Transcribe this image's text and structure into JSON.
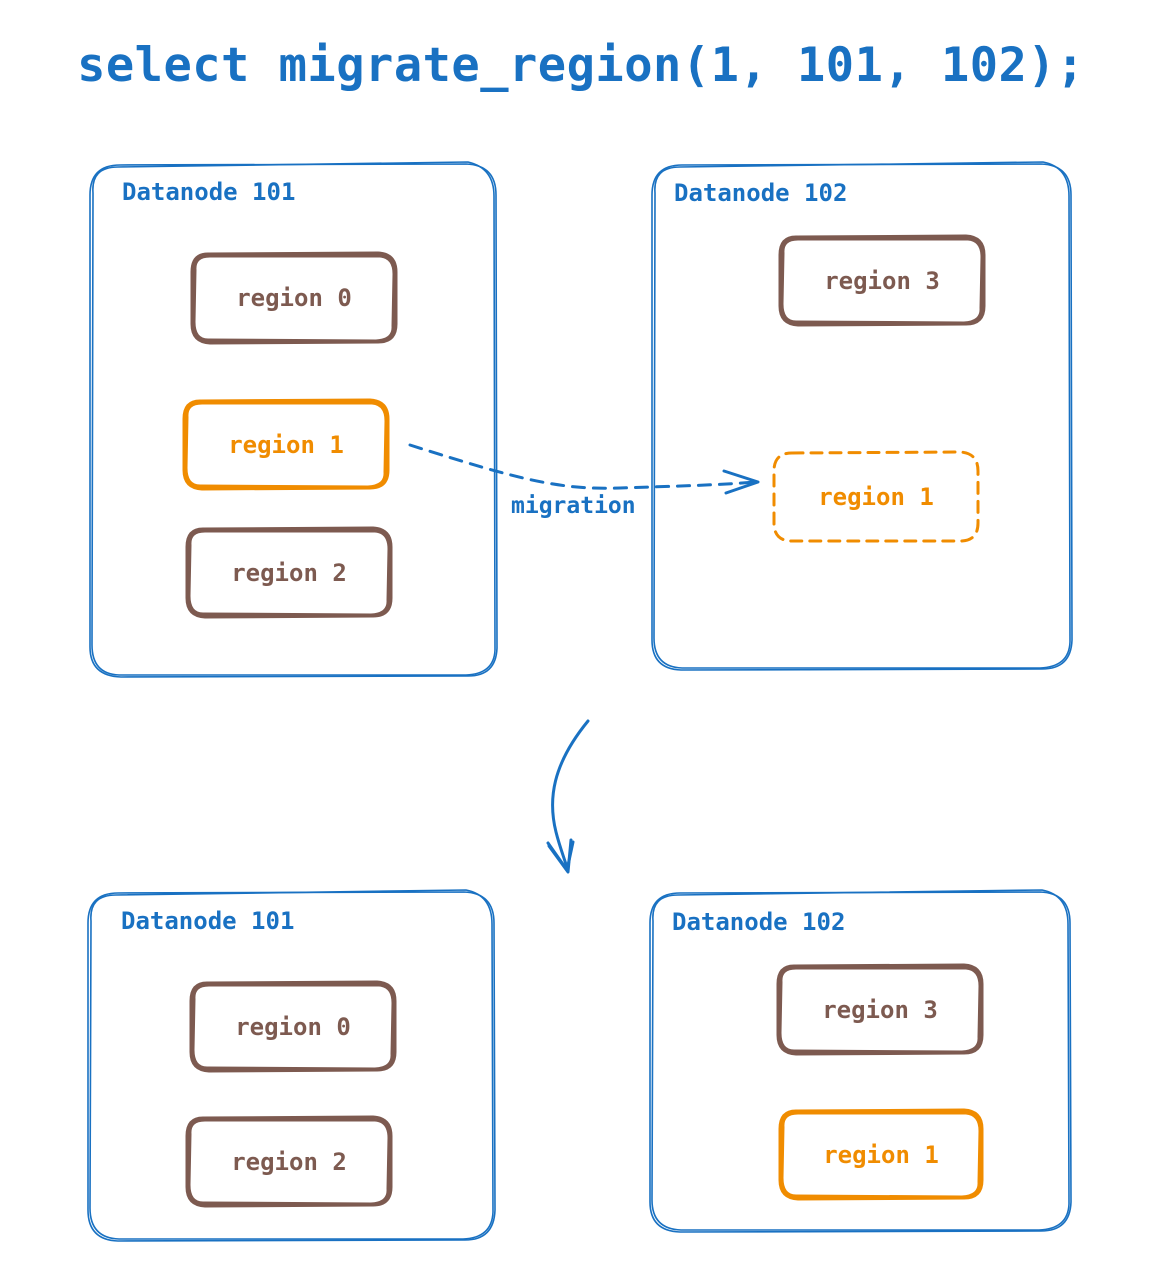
{
  "title": "select migrate_region(1, 101, 102);",
  "before": {
    "node_101": {
      "label": "Datanode 101",
      "regions": [
        "region 0",
        "region 1",
        "region 2"
      ]
    },
    "node_102": {
      "label": "Datanode 102",
      "regions": [
        "region 3",
        "region 1"
      ]
    },
    "edge_label": "migration"
  },
  "after": {
    "node_101": {
      "label": "Datanode 101",
      "regions": [
        "region 0",
        "region 2"
      ]
    },
    "node_102": {
      "label": "Datanode 102",
      "regions": [
        "region 3",
        "region 1"
      ]
    }
  },
  "colors": {
    "datanode_border": "#1971c2",
    "region_border": "#7d5a50",
    "migrated_region": "#f08c00"
  }
}
